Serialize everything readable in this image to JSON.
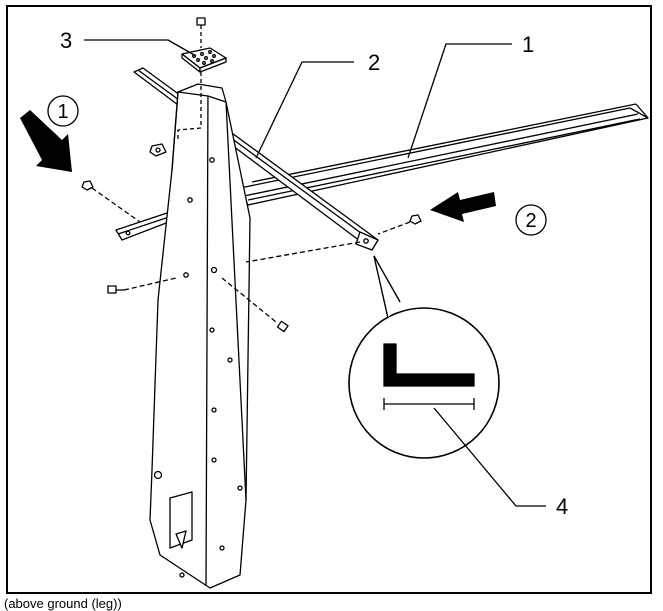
{
  "callouts": {
    "part_1": "1",
    "part_2": "2",
    "part_3": "3",
    "part_4": "4"
  },
  "steps": {
    "step_1": "1",
    "step_2": "2"
  },
  "caption": "(above ground (leg))",
  "colors": {
    "line": "#000000",
    "background": "#ffffff",
    "fill": "#ffffff"
  }
}
